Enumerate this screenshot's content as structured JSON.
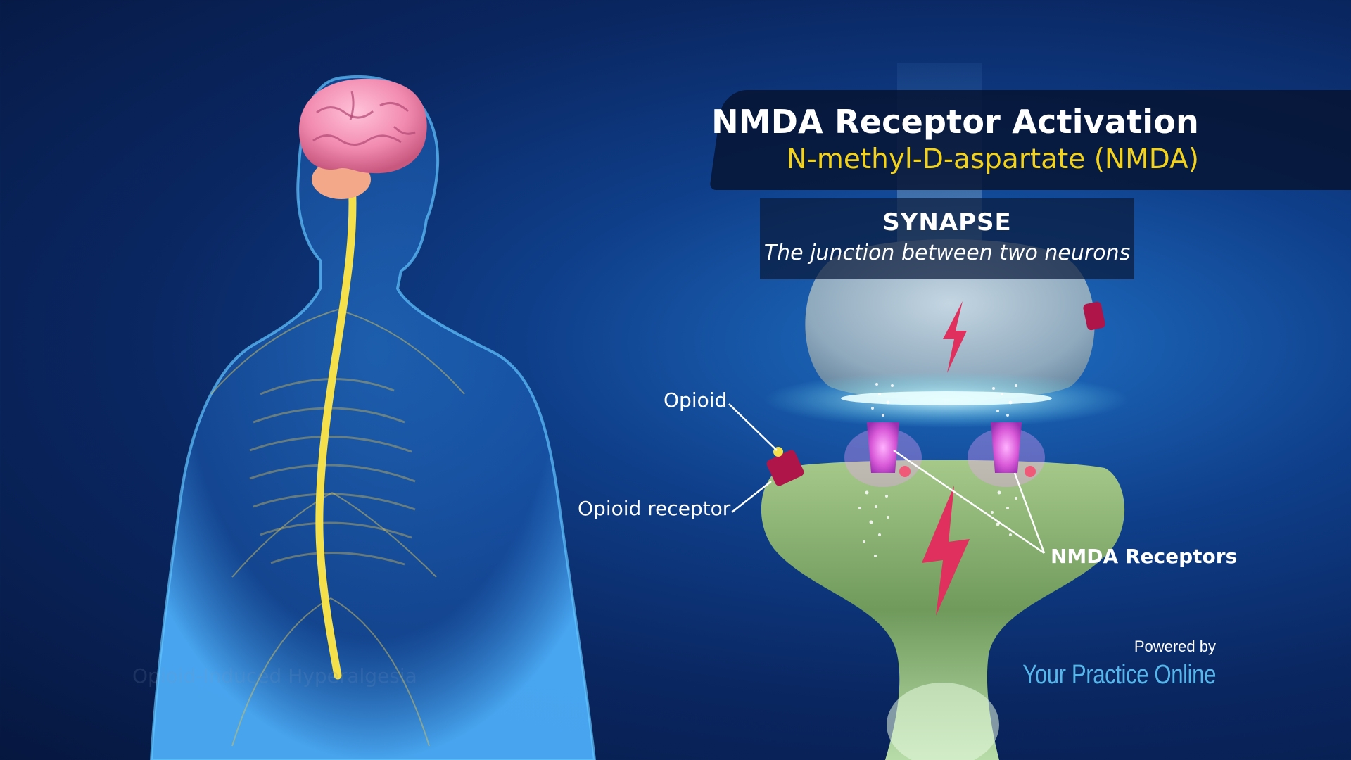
{
  "title": {
    "main": "NMDA Receptor Activation",
    "subtitle": "N-methyl-D-aspartate (NMDA)"
  },
  "synapse": {
    "heading": "SYNAPSE",
    "description": "The junction between two neurons"
  },
  "labels": {
    "opioid": "Opioid",
    "opioid_receptor": "Opioid receptor",
    "nmda_receptors": "NMDA Receptors"
  },
  "watermark": "Opioid-Induced Hyperalgesia",
  "branding": {
    "powered_by": "Powered by",
    "brand_name": "Your Practice Online"
  },
  "colors": {
    "background": "#0a2762",
    "title_text": "#ffffff",
    "subtitle_text": "#f2d21b",
    "body_glow": "#2f8fe0",
    "spinal_cord": "#f4e04a",
    "brain": "#f28bb0",
    "presynaptic_neuron": "#9fb8c8",
    "postsynaptic_neuron": "#7fa86a",
    "nmda_receptor": "#d95ad8",
    "opioid_receptor": "#b0154a",
    "lightning": "#e0305e",
    "brand_blue": "#56b6ea"
  }
}
